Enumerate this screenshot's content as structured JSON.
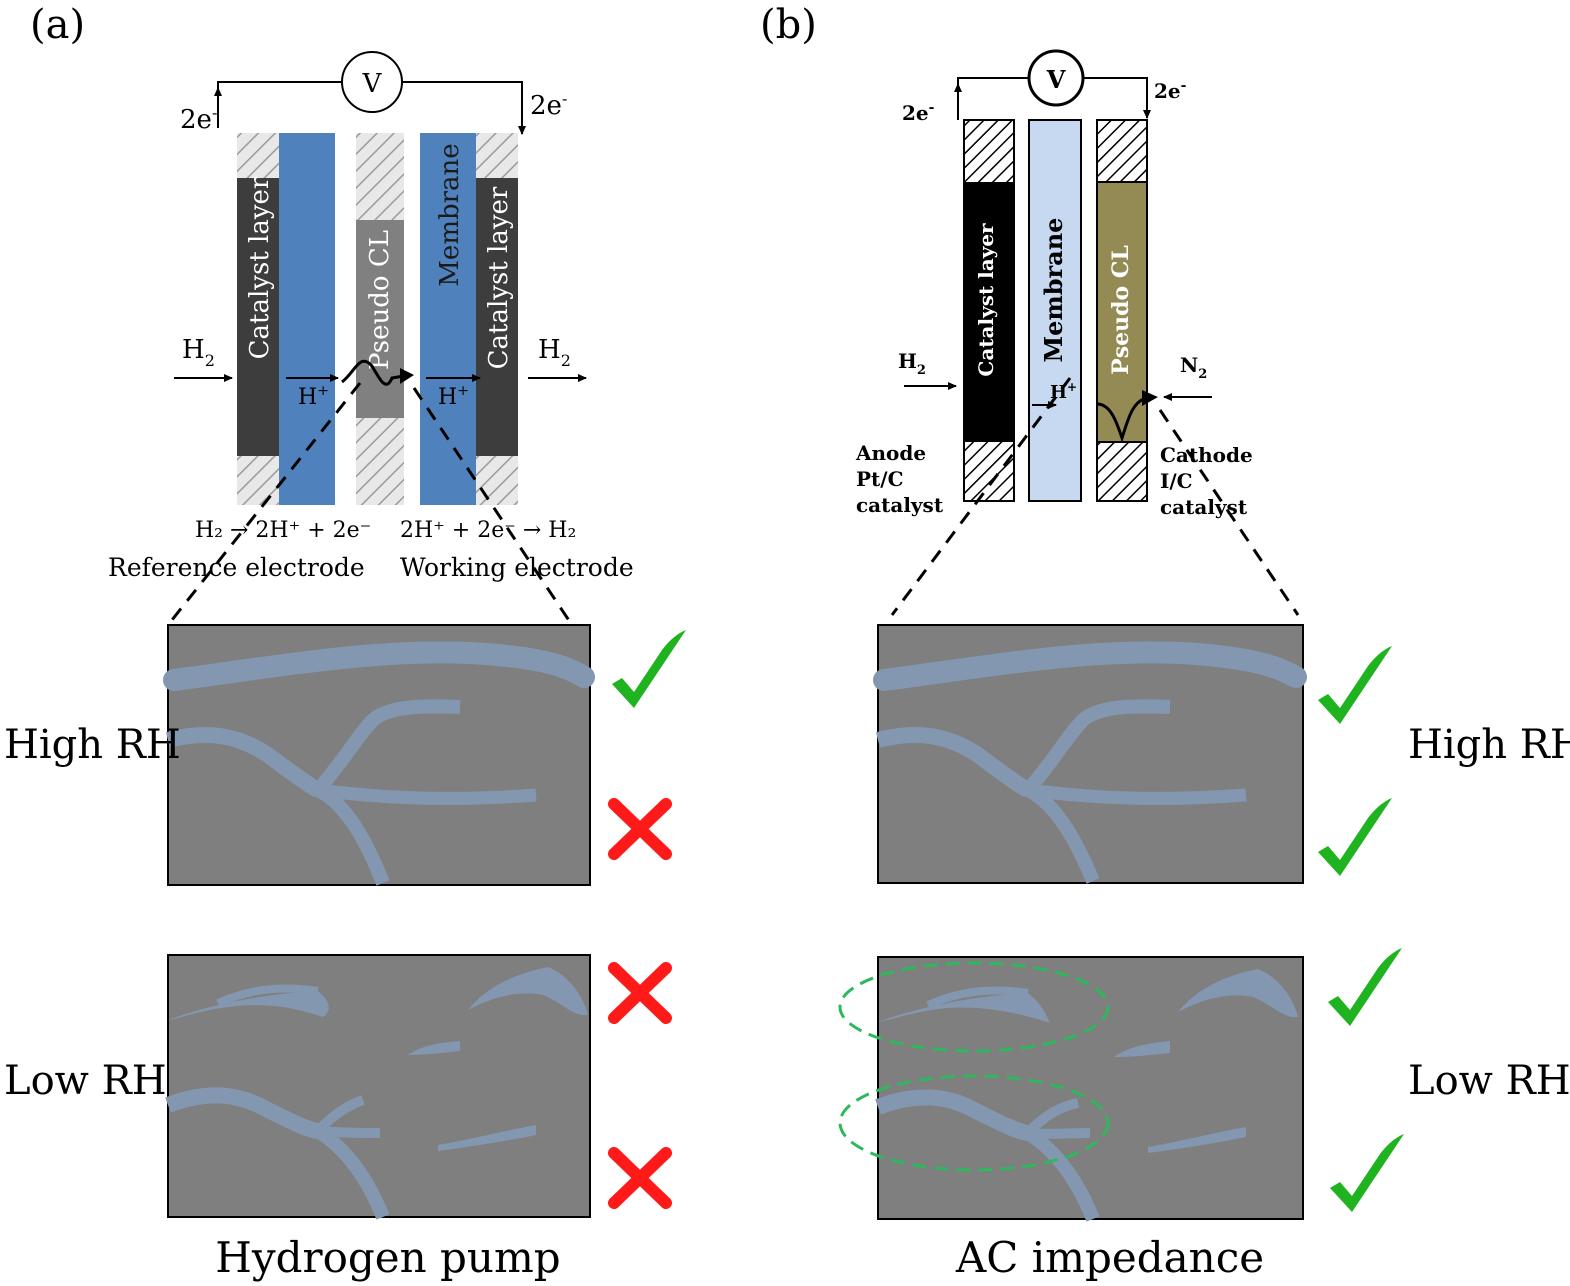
{
  "panel_a": {
    "label": "(a)",
    "voltmeter": "V",
    "electron_left": "2e",
    "electron_right": "2e",
    "electron_sup": "-",
    "layers": [
      "Catalyst layer",
      "Pseudo CL",
      "Membrane",
      "Catalyst layer"
    ],
    "gas_in": "H",
    "gas_out": "H",
    "gas_sub": "2",
    "proton_left": "H",
    "proton_right": "H",
    "proton_sup": "+",
    "eq_left": "H₂ → 2H⁺ + 2e⁻",
    "eq_right": "2H⁺ + 2e⁻ → H₂",
    "ref_label": "Reference electrode",
    "work_label": "Working electrode",
    "row_high": "High RH",
    "row_low": "Low RH",
    "caption": "Hydrogen pump",
    "marks_high": [
      "check",
      "cross"
    ],
    "marks_low": [
      "cross",
      "cross"
    ]
  },
  "panel_b": {
    "label": "(b)",
    "voltmeter": "V",
    "electron_left": "2e",
    "electron_right": "2e",
    "electron_sup": "-",
    "layers": [
      "Catalyst layer",
      "Membrane",
      "Pseudo CL"
    ],
    "gas_in": "H",
    "gas_in_sub": "2",
    "gas_cathode": "N",
    "gas_cathode_sub": "2",
    "proton": "H",
    "proton_sup": "+",
    "anode_lines": [
      "Anode",
      "Pt/C",
      "catalyst"
    ],
    "cathode_lines": [
      "Cathode",
      "I/C",
      "catalyst"
    ],
    "row_high": "High RH",
    "row_low": "Low RH",
    "caption": "AC impedance",
    "marks_high": [
      "check",
      "check"
    ],
    "marks_low": [
      "check",
      "check"
    ]
  },
  "colors": {
    "membrane_blue": "#4f81bd",
    "membrane_light": "#c6d9f1",
    "catalyst_dark": "#3d3d3d",
    "pseudo_gray": "#808080",
    "pseudo_olive": "#948a54",
    "box_gray": "#7f7f7f",
    "channel_blue": "#8497b0",
    "check_green": "#1fb41f",
    "cross_red": "#ff1a1a",
    "ellipse_green": "#2eb85c"
  }
}
